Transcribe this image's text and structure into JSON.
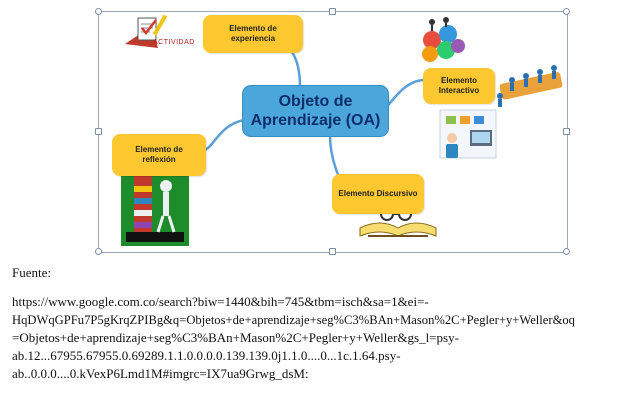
{
  "diagram": {
    "center": {
      "line1": "Objeto de",
      "line2": "Aprendizaje (OA)"
    },
    "nodes": {
      "experiencia": {
        "line1": "Elemento de",
        "line2": "experiencia"
      },
      "interactivo": {
        "line1": "Elemento",
        "line2": "Interactivo"
      },
      "reflexion": {
        "line1": "Elemento de",
        "line2": "reflexión"
      },
      "discursivo": {
        "label": "Elemento Discursivo"
      }
    },
    "actividad_label": "ACTIVIDAD",
    "colors": {
      "center": "#4ba6dc",
      "node": "#fdc82f",
      "branch": "#5b9fd6"
    }
  },
  "text": {
    "fuente": "Fuente:",
    "url_lines": [
      "https://www.google.com.co/search?biw=1440&bih=745&tbm=isch&sa=1&ei=-",
      "HqDWqGPFu7P5gKrqZPIBg&q=Objetos+de+aprendizaje+seg%C3%BAn+Mason%2C+Pegler+y+Weller&oq",
      "=Objetos+de+aprendizaje+seg%C3%BAn+Mason%2C+Pegler+y+Weller&gs_l=psy-",
      "ab.12...67955.67955.0.69289.1.1.0.0.0.0.139.139.0j1.1.0....0...1c.1.64.psy-",
      "ab..0.0.0....0.kVexP6Lmd1M#imgrc=IX7ua9Grwg_dsM:"
    ]
  }
}
